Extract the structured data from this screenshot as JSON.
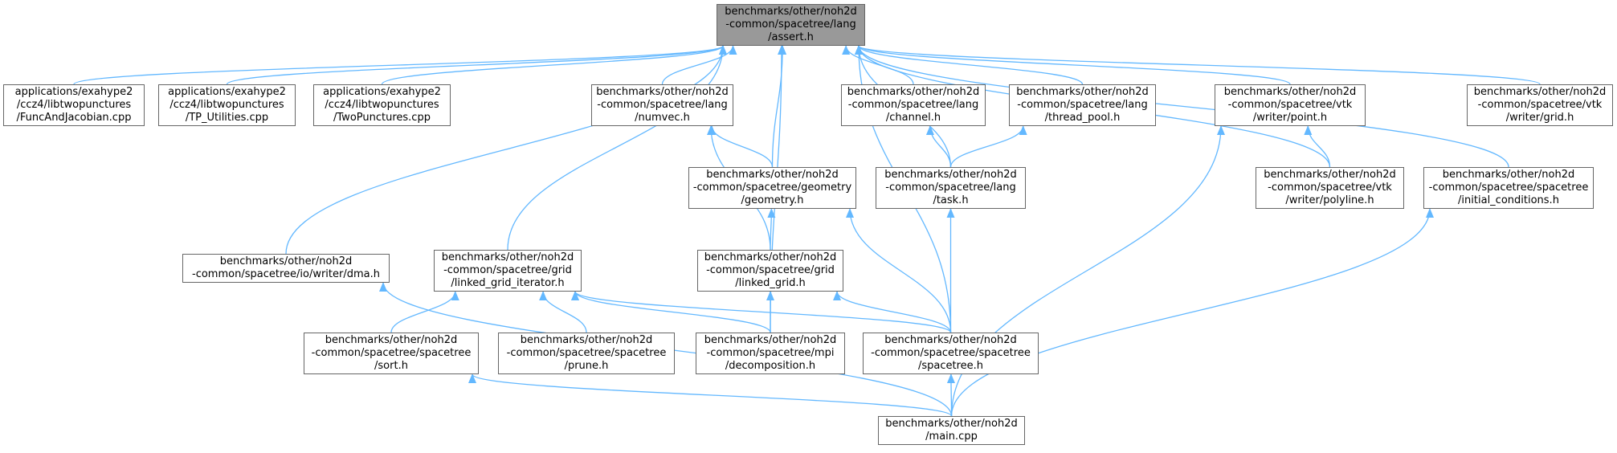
{
  "colors": {
    "edge": "#63b8ff",
    "border": "#666666",
    "root_fill": "#999999",
    "node_fill": "#ffffff"
  },
  "nodes": [
    {
      "id": "assert",
      "root": true,
      "lines": [
        "benchmarks/other/noh2d",
        "-common/spacetree/lang",
        "/assert.h"
      ]
    },
    {
      "id": "funcjac",
      "lines": [
        "applications/exahype2",
        "/ccz4/libtwopunctures",
        "/FuncAndJacobian.cpp"
      ]
    },
    {
      "id": "tputil",
      "lines": [
        "applications/exahype2",
        "/ccz4/libtwopunctures",
        "/TP_Utilities.cpp"
      ]
    },
    {
      "id": "twopunct",
      "lines": [
        "applications/exahype2",
        "/ccz4/libtwopunctures",
        "/TwoPunctures.cpp"
      ]
    },
    {
      "id": "numvec",
      "lines": [
        "benchmarks/other/noh2d",
        "-common/spacetree/lang",
        "/numvec.h"
      ]
    },
    {
      "id": "channel",
      "lines": [
        "benchmarks/other/noh2d",
        "-common/spacetree/lang",
        "/channel.h"
      ]
    },
    {
      "id": "threadpool",
      "lines": [
        "benchmarks/other/noh2d",
        "-common/spacetree/lang",
        "/thread_pool.h"
      ]
    },
    {
      "id": "point",
      "lines": [
        "benchmarks/other/noh2d",
        "-common/spacetree/vtk",
        "/writer/point.h"
      ]
    },
    {
      "id": "grid",
      "lines": [
        "benchmarks/other/noh2d",
        "-common/spacetree/vtk",
        "/writer/grid.h"
      ]
    },
    {
      "id": "geometry",
      "lines": [
        "benchmarks/other/noh2d",
        "-common/spacetree/geometry",
        "/geometry.h"
      ]
    },
    {
      "id": "task",
      "lines": [
        "benchmarks/other/noh2d",
        "-common/spacetree/lang",
        "/task.h"
      ]
    },
    {
      "id": "polyline",
      "lines": [
        "benchmarks/other/noh2d",
        "-common/spacetree/vtk",
        "/writer/polyline.h"
      ]
    },
    {
      "id": "initcond",
      "lines": [
        "benchmarks/other/noh2d",
        "-common/spacetree/spacetree",
        "/initial_conditions.h"
      ]
    },
    {
      "id": "dma",
      "lines": [
        "benchmarks/other/noh2d",
        "-common/spacetree/io/writer/dma.h"
      ]
    },
    {
      "id": "lgiter",
      "lines": [
        "benchmarks/other/noh2d",
        "-common/spacetree/grid",
        "/linked_grid_iterator.h"
      ]
    },
    {
      "id": "linkedgrid",
      "lines": [
        "benchmarks/other/noh2d",
        "-common/spacetree/grid",
        "/linked_grid.h"
      ]
    },
    {
      "id": "sort",
      "lines": [
        "benchmarks/other/noh2d",
        "-common/spacetree/spacetree",
        "/sort.h"
      ]
    },
    {
      "id": "prune",
      "lines": [
        "benchmarks/other/noh2d",
        "-common/spacetree/spacetree",
        "/prune.h"
      ]
    },
    {
      "id": "decomp",
      "lines": [
        "benchmarks/other/noh2d",
        "-common/spacetree/mpi",
        "/decomposition.h"
      ]
    },
    {
      "id": "spacetree",
      "lines": [
        "benchmarks/other/noh2d",
        "-common/spacetree/spacetree",
        "/spacetree.h"
      ]
    },
    {
      "id": "main",
      "lines": [
        "benchmarks/other/noh2d",
        "/main.cpp"
      ]
    }
  ],
  "edges": [
    [
      "funcjac",
      "assert"
    ],
    [
      "tputil",
      "assert"
    ],
    [
      "twopunct",
      "assert"
    ],
    [
      "numvec",
      "assert"
    ],
    [
      "channel",
      "assert"
    ],
    [
      "threadpool",
      "assert"
    ],
    [
      "point",
      "assert"
    ],
    [
      "grid",
      "assert"
    ],
    [
      "geometry",
      "assert"
    ],
    [
      "task",
      "assert"
    ],
    [
      "polyline",
      "assert"
    ],
    [
      "initcond",
      "assert"
    ],
    [
      "dma",
      "assert"
    ],
    [
      "lgiter",
      "assert"
    ],
    [
      "decomp",
      "assert"
    ],
    [
      "spacetree",
      "assert"
    ],
    [
      "geometry",
      "numvec"
    ],
    [
      "linkedgrid",
      "numvec"
    ],
    [
      "task",
      "channel"
    ],
    [
      "task",
      "threadpool"
    ],
    [
      "polyline",
      "point"
    ],
    [
      "main",
      "point"
    ],
    [
      "linkedgrid",
      "geometry"
    ],
    [
      "spacetree",
      "geometry"
    ],
    [
      "spacetree",
      "task"
    ],
    [
      "main",
      "initcond"
    ],
    [
      "main",
      "dma"
    ],
    [
      "sort",
      "lgiter"
    ],
    [
      "prune",
      "lgiter"
    ],
    [
      "decomp",
      "lgiter"
    ],
    [
      "spacetree",
      "lgiter"
    ],
    [
      "decomp",
      "linkedgrid"
    ],
    [
      "spacetree",
      "linkedgrid"
    ],
    [
      "main",
      "sort"
    ],
    [
      "main",
      "spacetree"
    ]
  ]
}
